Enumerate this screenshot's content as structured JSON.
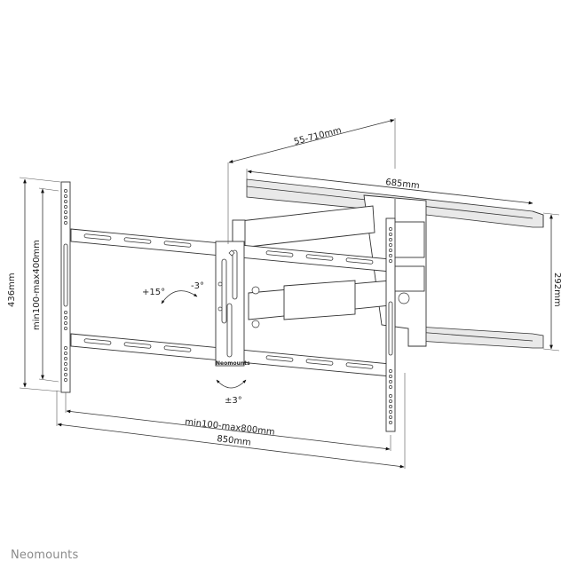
{
  "diagram": {
    "title": "TV wall mount dimension drawing",
    "dimensions": {
      "extension": "55-710mm",
      "wall_plate_width": "685mm",
      "wall_plate_height": "292mm",
      "total_height": "436mm",
      "vesa_vertical": "min100-max400mm",
      "vesa_horizontal": "min100-max800mm",
      "total_width": "850mm"
    },
    "tilt": {
      "up": "+15°",
      "down": "-3°",
      "rotation": "±3°"
    },
    "bracket_label": "Neomounts"
  },
  "footer": {
    "brand": "Neomounts",
    "brand_color": "#8a8a8a"
  },
  "colors": {
    "line": "#333333",
    "background": "#ffffff",
    "text": "#222222"
  }
}
